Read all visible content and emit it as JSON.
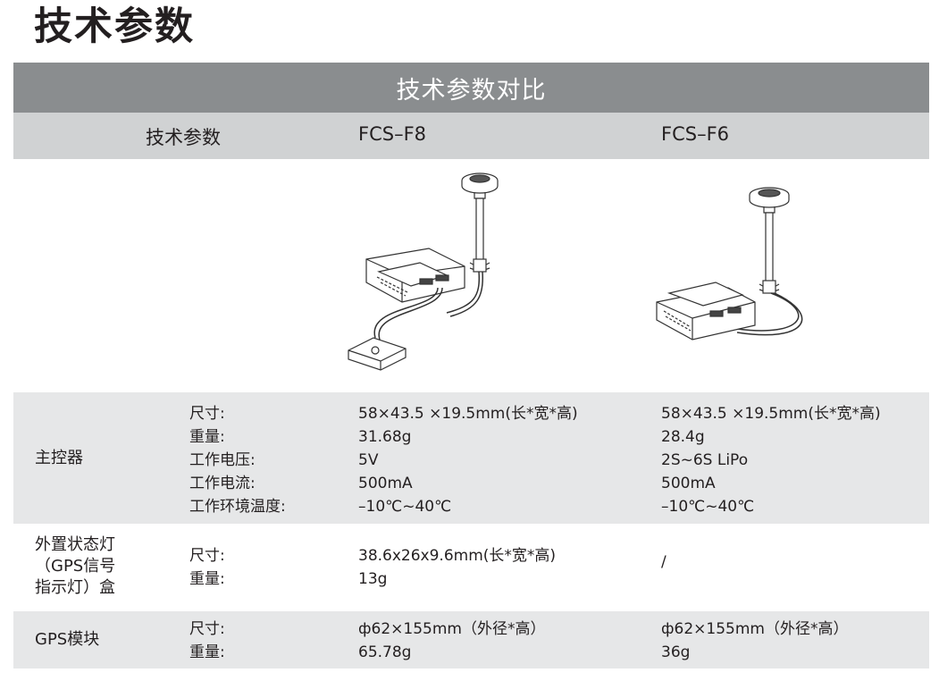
{
  "page_title": "技术参数",
  "table": {
    "caption": "技术参数对比",
    "headers": [
      "技术参数",
      "FCS–F8",
      "FCS–F6"
    ],
    "rows": [
      {
        "category": [
          "主控器"
        ],
        "labels": [
          "尺寸:",
          "重量:",
          "工作电压:",
          "工作电流:",
          "工作环境温度:"
        ],
        "fcs_f8": [
          "58×43.5 ×19.5mm(长*宽*高)",
          "31.68g",
          "5V",
          "500mA",
          "–10℃~40℃"
        ],
        "fcs_f6": [
          "58×43.5 ×19.5mm(长*宽*高)",
          "28.4g",
          "2S~6S LiPo",
          "500mA",
          "–10℃~40℃"
        ]
      },
      {
        "category": [
          "外置状态灯",
          "（GPS信号",
          "指示灯）盒"
        ],
        "labels": [
          "尺寸:",
          "重量:"
        ],
        "fcs_f8": [
          "38.6x26x9.6mm(长*宽*高)",
          "13g"
        ],
        "fcs_f6": [
          "/"
        ]
      },
      {
        "category": [
          "GPS模块"
        ],
        "labels": [
          "尺寸:",
          "重量:"
        ],
        "fcs_f8": [
          "ф62×155mm（外径*高）",
          "65.78g"
        ],
        "fcs_f6": [
          "ф62×155mm（外径*高）",
          "36g"
        ]
      }
    ]
  }
}
